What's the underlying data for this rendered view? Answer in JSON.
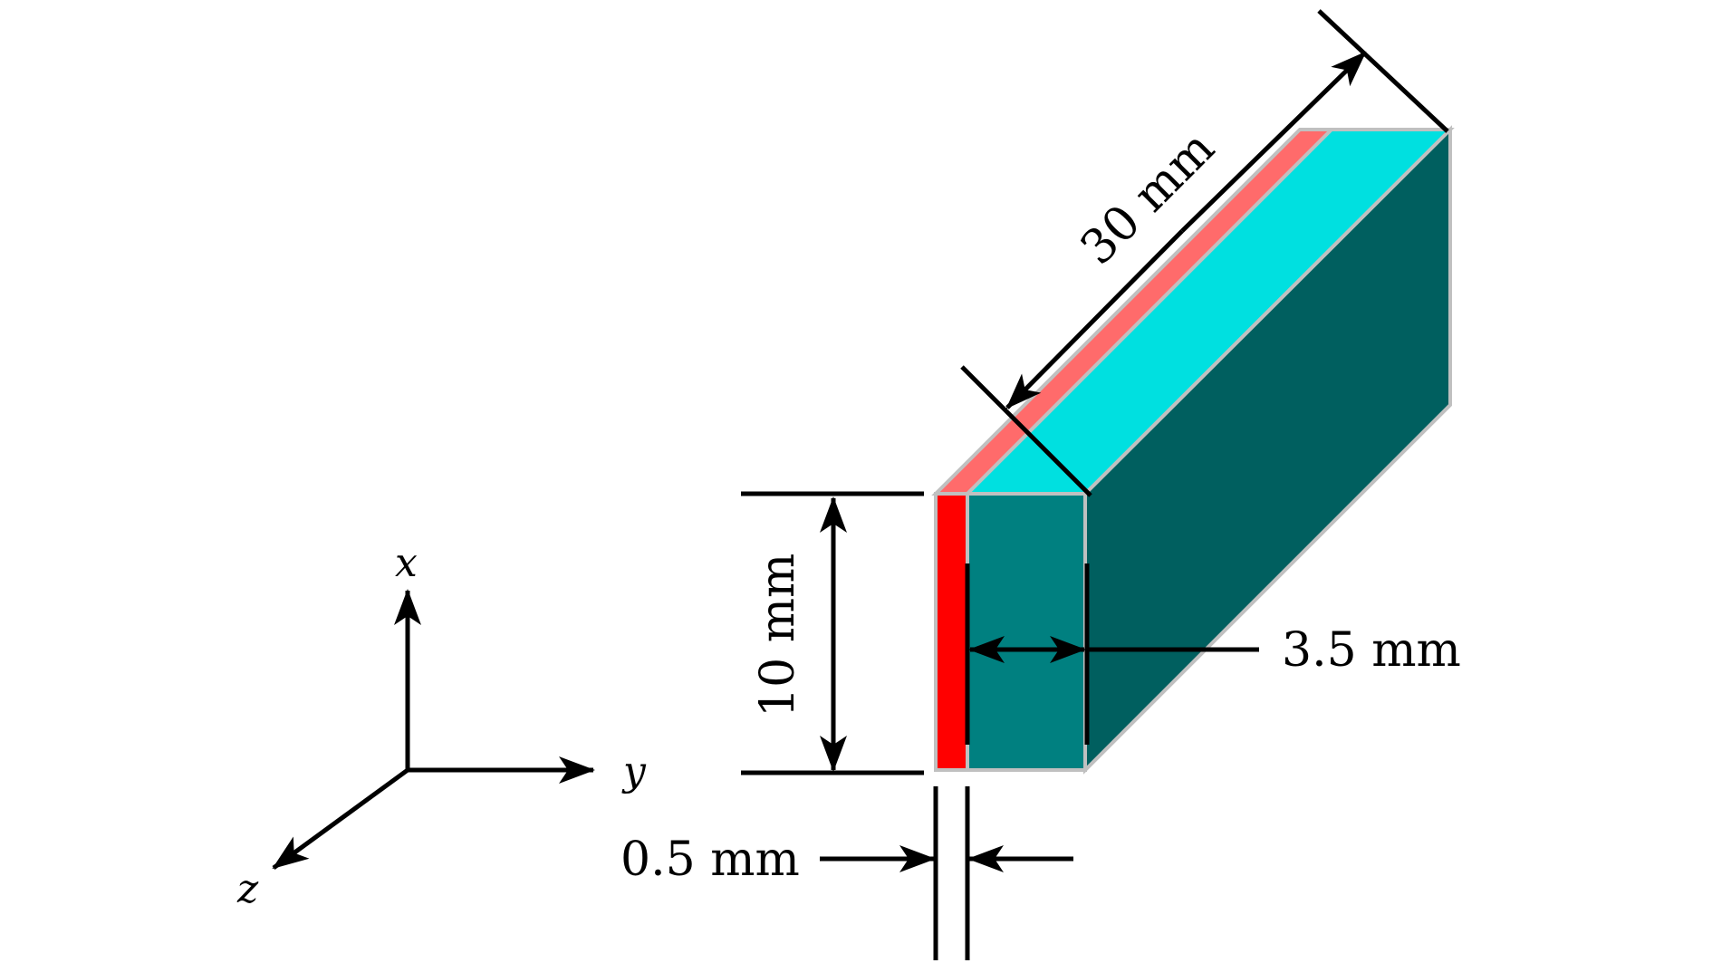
{
  "diagram": {
    "axes": {
      "x_label": "x",
      "y_label": "y",
      "z_label": "z"
    },
    "dimensions": {
      "length": "30 mm",
      "height": "10 mm",
      "width": "3.5 mm",
      "layer_thickness": "0.5 mm"
    },
    "colors": {
      "layer_front": "#ff0000",
      "layer_top": "#ff6b6b",
      "core_front": "#008080",
      "core_top": "#00e0e0",
      "core_side": "#005f5f",
      "edge": "#c0c0c0",
      "dimension_line": "#000000"
    }
  }
}
